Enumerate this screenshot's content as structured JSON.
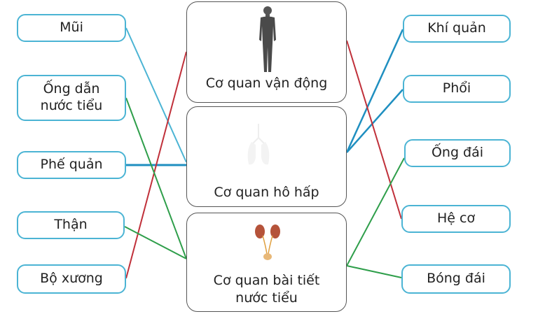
{
  "center": {
    "movement": "Cơ quan vận động",
    "respiratory": "Cơ quan hô hấp",
    "urinary": "Cơ quan bài tiết nước tiểu"
  },
  "left": [
    "Mũi",
    "Ống dẫn nước tiểu",
    "Phế quản",
    "Thận",
    "Bộ xương"
  ],
  "right": [
    "Khí quản",
    "Phổi",
    "Ống đái",
    "Hệ cơ",
    "Bóng đái"
  ],
  "colors": {
    "pill_border": "#4bb4d4",
    "respiratory_line": "#1f8fc0",
    "movement_line": "#c0303a",
    "urinary_line": "#2e9e4a"
  },
  "icons": {
    "movement": "human-body-icon",
    "respiratory": "lungs-icon",
    "urinary": "kidneys-icon"
  }
}
